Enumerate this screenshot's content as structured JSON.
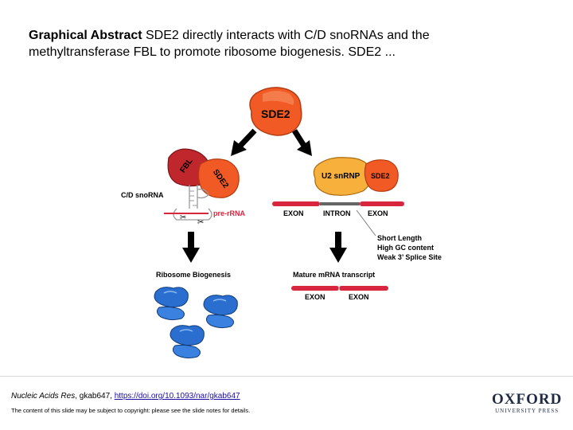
{
  "title": {
    "bold": "Graphical Abstract",
    "text": " SDE2 directly interacts with C/D snoRNAs and the methyltransferase FBL to promote ribosome biogenesis. SDE2 ..."
  },
  "diagram": {
    "sde2_top": "SDE2",
    "fbl": "FBL",
    "sde2_left": "SDE2",
    "cd_snorna": "C/D snoRNA",
    "pre_rrna": "pre-rRNA",
    "ribosome_biogenesis": "Ribosome Biogenesis",
    "u2_snrnp": "U2 snRNP",
    "sde2_right": "SDE2",
    "exon_left": "EXON",
    "intron": "INTRON",
    "exon_right": "EXON",
    "short_length": "Short Length",
    "high_gc": "High GC content",
    "weak_splice": "Weak 3’ Splice Site",
    "mature_mrna": "Mature mRNA transcript",
    "mature_exon_1": "EXON",
    "mature_exon_2": "EXON"
  },
  "footer": {
    "journal": "Nucleic Acids Res",
    "id": ", gkab647, ",
    "doi": "https://doi.org/10.1093/nar/gkab647",
    "copyright": "The content of this slide may be subject to copyright: please see the slide notes for details.",
    "logo_line1": "OXFORD",
    "logo_line2": "UNIVERSITY PRESS"
  },
  "colors": {
    "sde2_orange": "#f15a24",
    "fbl_red": "#c0272d",
    "u2_yellow": "#f7b03c",
    "exon_red": "#d7263d",
    "ribosome_blue": "#2a6fcf",
    "link_blue": "#1a0dab"
  }
}
